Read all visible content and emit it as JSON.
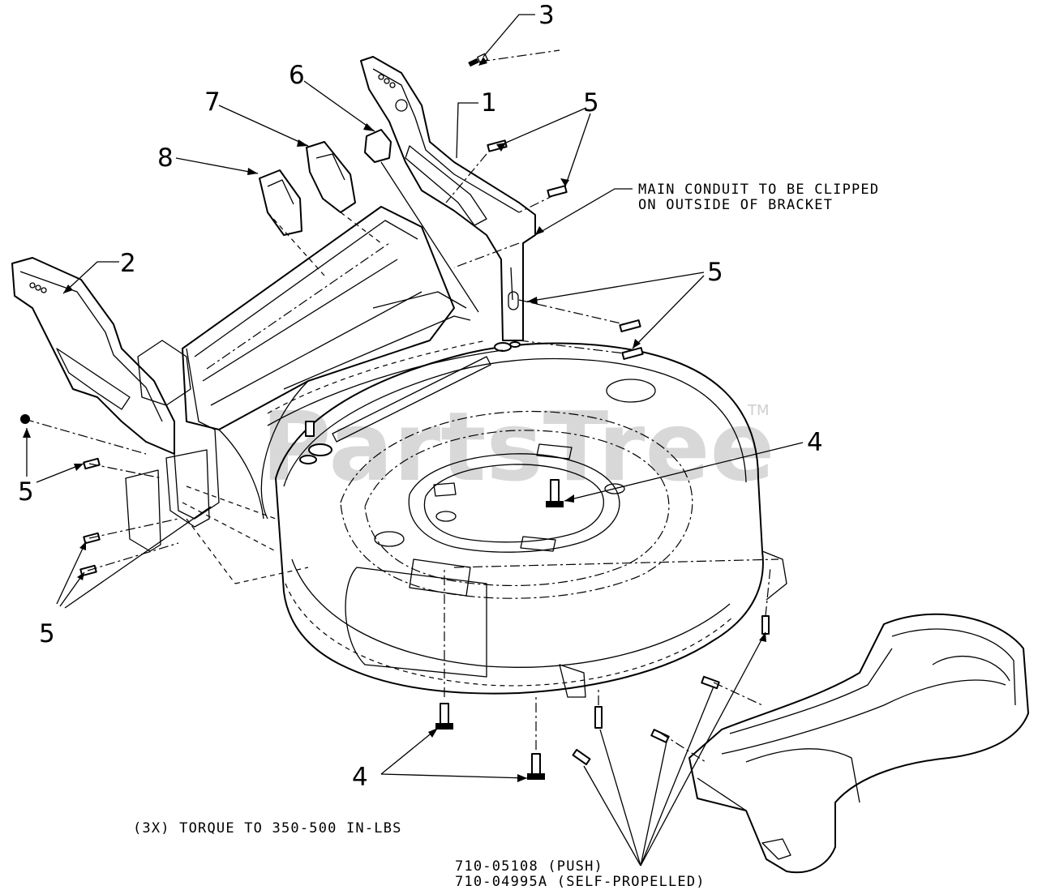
{
  "watermark": {
    "text": "PartsTree",
    "trademark": "TM"
  },
  "callouts": {
    "c1": "1",
    "c2": "2",
    "c3": "3",
    "c4_center": "4",
    "c4_bottom": "4",
    "c5_top": "5",
    "c5_right": "5",
    "c5_left": "5",
    "c5_lower_left": "5",
    "c6": "6",
    "c7": "7",
    "c8": "8"
  },
  "notes": {
    "conduit_line1": "MAIN CONDUIT TO BE CLIPPED",
    "conduit_line2": "ON OUTSIDE OF BRACKET",
    "torque": "(3X) TORQUE TO 350-500 IN-LBS",
    "part_push": "710-05108 (PUSH)",
    "part_self_propelled": "710-04995A (SELF-PROPELLED)"
  }
}
